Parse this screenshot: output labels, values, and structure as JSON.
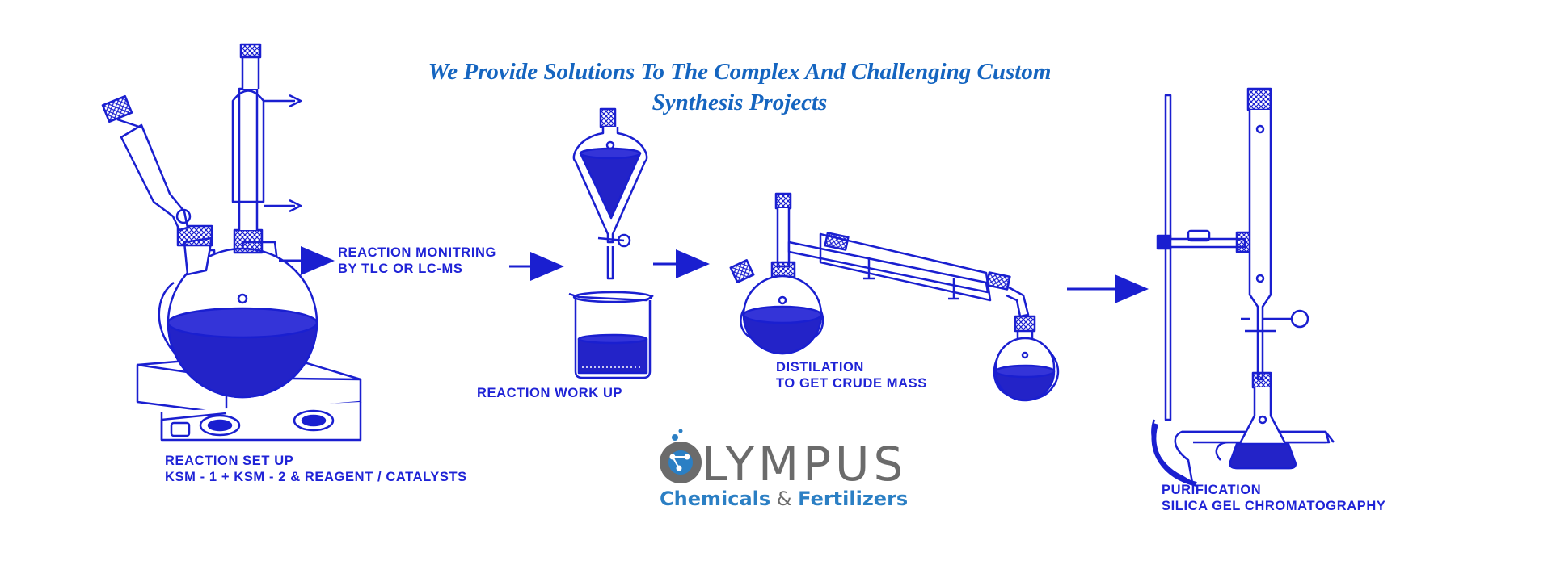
{
  "headline": {
    "line1": "We Provide Solutions To The Complex And Challenging Custom",
    "line2": "Synthesis Projects"
  },
  "steps": {
    "setup_title": "REACTION SET UP",
    "setup_detail": "KSM - 1 + KSM - 2 & REAGENT / CATALYSTS",
    "monitor_line1": "REACTION MONITRING",
    "monitor_line2": "BY TLC OR LC-MS",
    "workup": "REACTION WORK UP",
    "distil_line1": "DISTILATION",
    "distil_line2": "TO GET CRUDE MASS",
    "purify_title": "PURIFICATION",
    "purify_detail": "SILICA GEL CHROMATOGRAPHY"
  },
  "logo": {
    "word": "LYMPUS",
    "sub_part1": "Chemicals",
    "sub_amp": " & ",
    "sub_part2": "Fertilizers"
  },
  "colors": {
    "glass_line": "#1a1fd0",
    "liquid": "#2323c8",
    "headline": "#1565c0",
    "logo_blue": "#2b7fc4",
    "logo_gray": "#6b6b6b"
  },
  "icons": [
    "reaction-setup-apparatus",
    "separatory-funnel-icon",
    "beaker-icon",
    "distillation-apparatus",
    "chromatography-column-icon",
    "olympus-logo-icon"
  ]
}
